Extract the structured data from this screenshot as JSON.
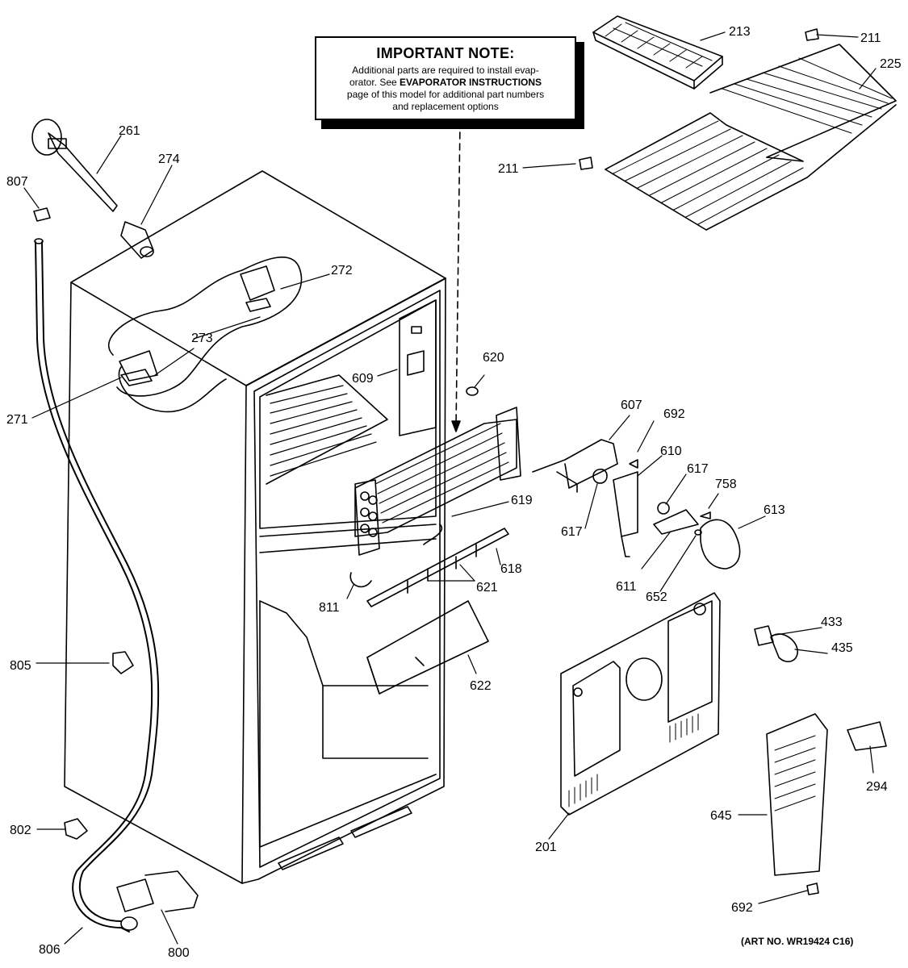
{
  "note": {
    "title": "IMPORTANT NOTE:",
    "line1": "Additional parts are required to install evap-",
    "line2_pre": "orator.  See ",
    "line2_bold": "EVAPORATOR INSTRUCTIONS",
    "line3": "page of this model for additional part numbers",
    "line4": "and replacement options"
  },
  "art_number": "(ART NO. WR19424 C16)",
  "callouts": [
    {
      "id": "c261",
      "label": "261"
    },
    {
      "id": "c274",
      "label": "274"
    },
    {
      "id": "c807",
      "label": "807"
    },
    {
      "id": "c272",
      "label": "272"
    },
    {
      "id": "c273",
      "label": "273"
    },
    {
      "id": "c271",
      "label": "271"
    },
    {
      "id": "c609",
      "label": "609"
    },
    {
      "id": "c620",
      "label": "620"
    },
    {
      "id": "c213",
      "label": "213"
    },
    {
      "id": "c211a",
      "label": "211"
    },
    {
      "id": "c225",
      "label": "225"
    },
    {
      "id": "c211b",
      "label": "211"
    },
    {
      "id": "c607",
      "label": "607"
    },
    {
      "id": "c692a",
      "label": "692"
    },
    {
      "id": "c610",
      "label": "610"
    },
    {
      "id": "c617a",
      "label": "617"
    },
    {
      "id": "c617b",
      "label": "617"
    },
    {
      "id": "c758",
      "label": "758"
    },
    {
      "id": "c613",
      "label": "613"
    },
    {
      "id": "c619",
      "label": "619"
    },
    {
      "id": "c618",
      "label": "618"
    },
    {
      "id": "c621",
      "label": "621"
    },
    {
      "id": "c811",
      "label": "811"
    },
    {
      "id": "c611",
      "label": "611"
    },
    {
      "id": "c652",
      "label": "652"
    },
    {
      "id": "c433",
      "label": "433"
    },
    {
      "id": "c435",
      "label": "435"
    },
    {
      "id": "c805",
      "label": "805"
    },
    {
      "id": "c622",
      "label": "622"
    },
    {
      "id": "c294",
      "label": "294"
    },
    {
      "id": "c645",
      "label": "645"
    },
    {
      "id": "c201",
      "label": "201"
    },
    {
      "id": "c802",
      "label": "802"
    },
    {
      "id": "c692b",
      "label": "692"
    },
    {
      "id": "c806",
      "label": "806"
    },
    {
      "id": "c800",
      "label": "800"
    }
  ]
}
